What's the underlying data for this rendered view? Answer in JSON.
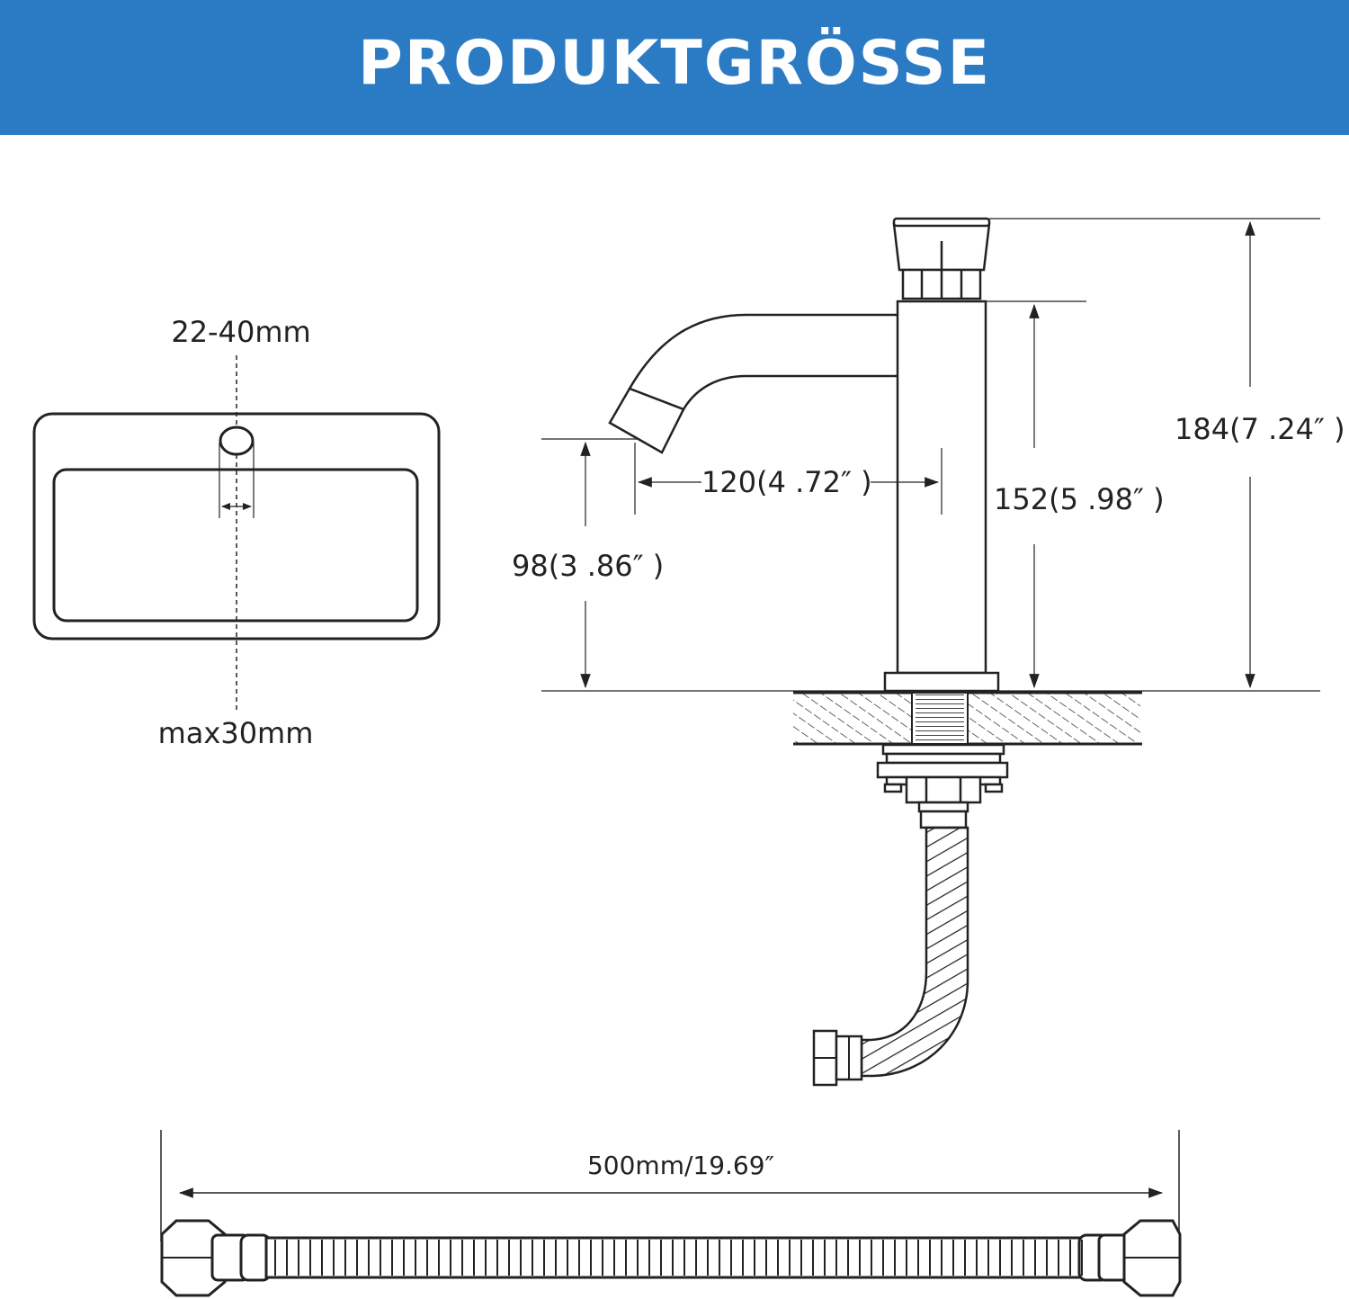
{
  "header": {
    "title": "PRODUKTGRÖSSE",
    "background_color": "#2b7bc4"
  },
  "sink_diagram": {
    "hole_diameter_label": "22-40mm",
    "counter_thickness_label": "max30mm"
  },
  "faucet_diagram": {
    "total_height_label": "184(7 .24″ )",
    "body_height_label": "152(5 .98″ )",
    "spout_reach_label": "120(4 .72″ )",
    "spout_height_label": "98(3 .86″ )"
  },
  "hose_diagram": {
    "length_label": "500mm/19.69″"
  }
}
